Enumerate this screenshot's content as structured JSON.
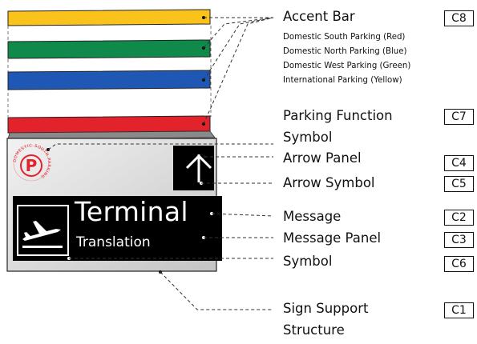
{
  "callouts": [
    {
      "id": "accent-bar",
      "label": "Accent Bar",
      "code": "C8"
    },
    {
      "id": "parking-function-symbol",
      "label_line1": "Parking Function",
      "label_line2": "Symbol",
      "code": "C7"
    },
    {
      "id": "arrow-panel",
      "label": "Arrow Panel",
      "code": "C4"
    },
    {
      "id": "arrow-symbol",
      "label": "Arrow Symbol",
      "code": "C5"
    },
    {
      "id": "message",
      "label": "Message",
      "code": "C2"
    },
    {
      "id": "message-panel",
      "label": "Message Panel",
      "code": "C3"
    },
    {
      "id": "symbol",
      "label": "Symbol",
      "code": "C6"
    },
    {
      "id": "sign-support-structure",
      "label_line1": "Sign Support",
      "label_line2": "Structure",
      "code": "C1"
    }
  ],
  "accent_bar_legend": [
    "Domestic South Parking (Red)",
    "Domestic North Parking (Blue)",
    "Domestic West Parking (Green)",
    "International Parking (Yellow)"
  ],
  "sign": {
    "message": "Terminal",
    "translation": "Translation",
    "parking_letter": "P",
    "parking_ring_text": "DOMESTIC SOUTH PARKING"
  },
  "accent_bar_colors": {
    "yellow": "#F9C31B",
    "green": "#0F8A4A",
    "blue": "#1F57B4",
    "red": "#E2232C"
  }
}
